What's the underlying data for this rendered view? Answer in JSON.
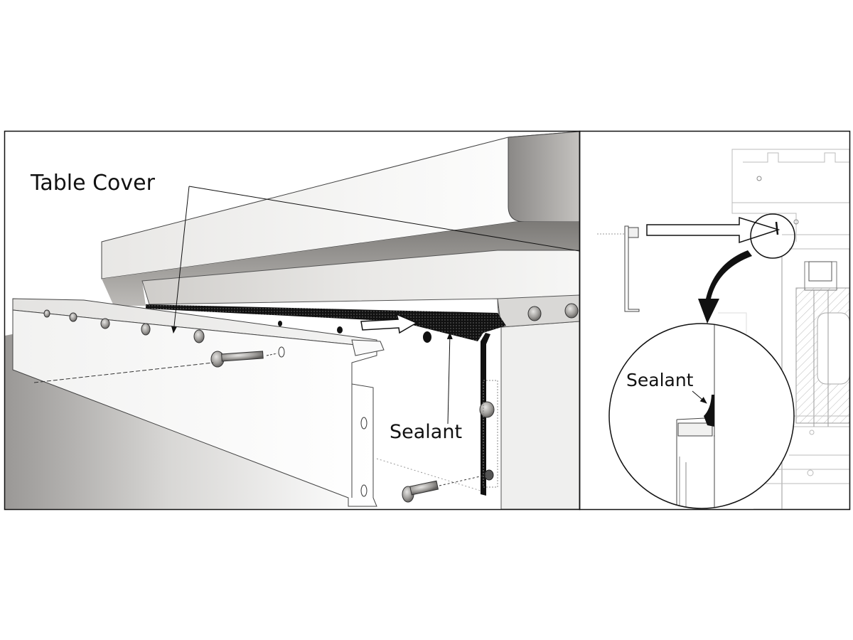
{
  "figure": {
    "labels": {
      "table_cover": "Table Cover",
      "sealant_main": "Sealant",
      "sealant_detail": "Sealant"
    }
  }
}
